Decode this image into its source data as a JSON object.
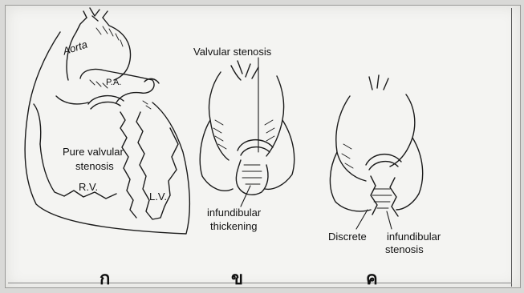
{
  "panels": {
    "a": {
      "sublabel": "ก",
      "labels": {
        "aorta": "Aorta",
        "pa": "P.A.",
        "stenosis_line1": "Pure valvular",
        "stenosis_line2": "stenosis",
        "rv": "R.V.",
        "lv": "L.V."
      }
    },
    "b": {
      "sublabel": "ข",
      "labels": {
        "valvular": "Valvular stenosis",
        "infund_line1": "infundibular",
        "infund_line2": "thickening"
      }
    },
    "c": {
      "sublabel": "ค",
      "labels": {
        "discrete": "Discrete",
        "infund_line1": "infundibular",
        "infund_line2": "stenosis"
      }
    }
  }
}
